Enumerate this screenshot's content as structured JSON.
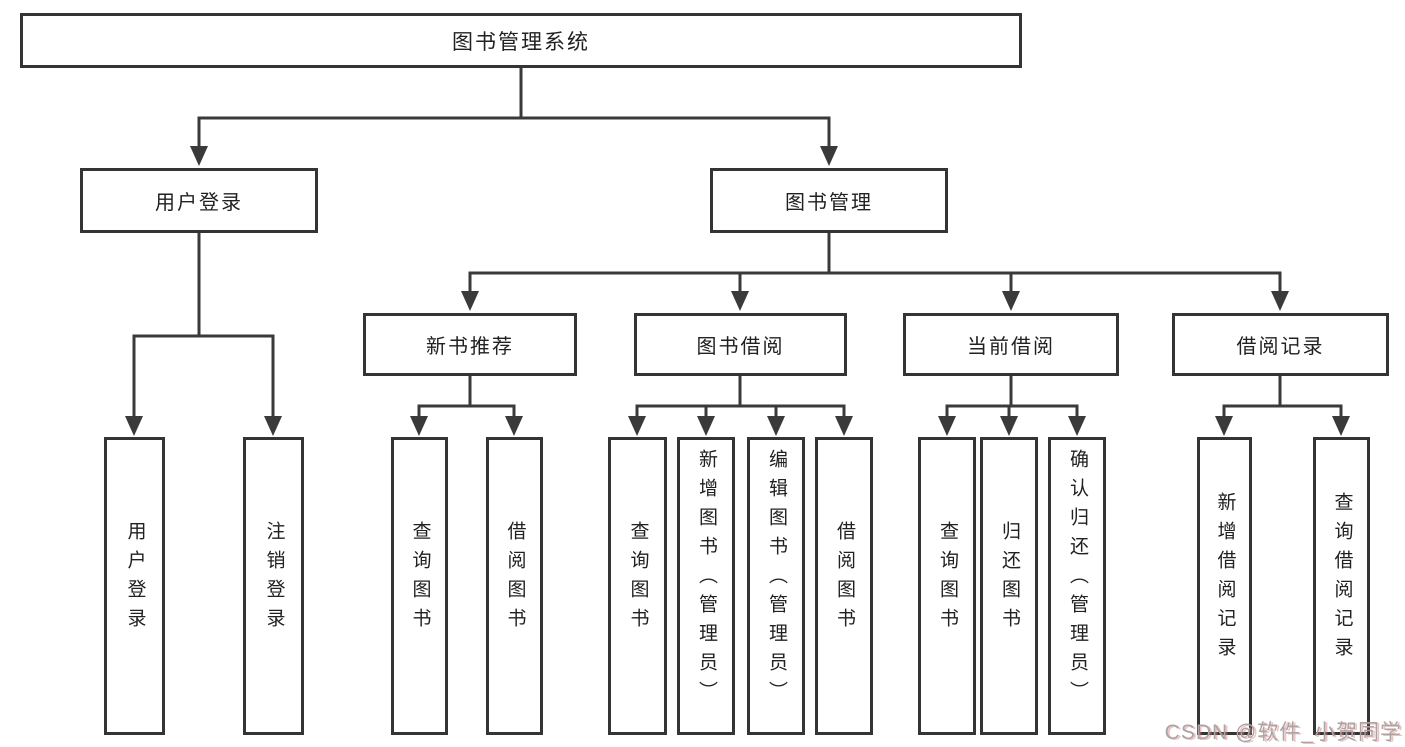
{
  "tree": {
    "label": "图书管理系统",
    "children": [
      {
        "label": "用户登录",
        "children": [
          {
            "label": "用户登录"
          },
          {
            "label": "注销登录"
          }
        ]
      },
      {
        "label": "图书管理",
        "children": [
          {
            "label": "新书推荐",
            "children": [
              {
                "label": "查询图书"
              },
              {
                "label": "借阅图书"
              }
            ]
          },
          {
            "label": "图书借阅",
            "children": [
              {
                "label": "查询图书"
              },
              {
                "label": "新增图书（管理员）"
              },
              {
                "label": "编辑图书（管理员）"
              },
              {
                "label": "借阅图书"
              }
            ]
          },
          {
            "label": "当前借阅",
            "children": [
              {
                "label": "查询图书"
              },
              {
                "label": "归还图书"
              },
              {
                "label": "确认归还（管理员）"
              }
            ]
          },
          {
            "label": "借阅记录",
            "children": [
              {
                "label": "新增借阅记录"
              },
              {
                "label": "查询借阅记录"
              }
            ]
          }
        ]
      }
    ]
  },
  "watermark": {
    "text": "CSDN @软件_小贺同学"
  },
  "colors": {
    "line": "#3a3a3a",
    "box_border": "#343434",
    "text": "#212121",
    "background": "#ffffff",
    "watermark_gray": "#a6a6a6",
    "watermark_shadow_red": "#e57373"
  }
}
